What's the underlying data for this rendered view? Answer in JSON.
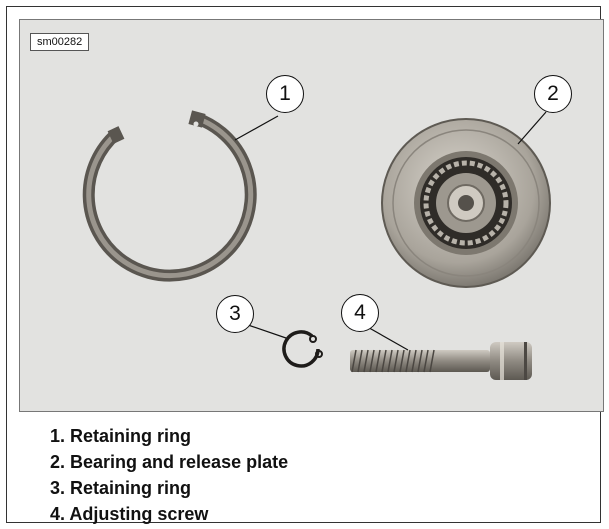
{
  "figure": {
    "id": "sm00282",
    "callouts": [
      "1",
      "2",
      "3",
      "4"
    ]
  },
  "legend": [
    "1. Retaining ring",
    "2. Bearing and release plate",
    "3. Retaining ring",
    "4. Adjusting screw"
  ]
}
